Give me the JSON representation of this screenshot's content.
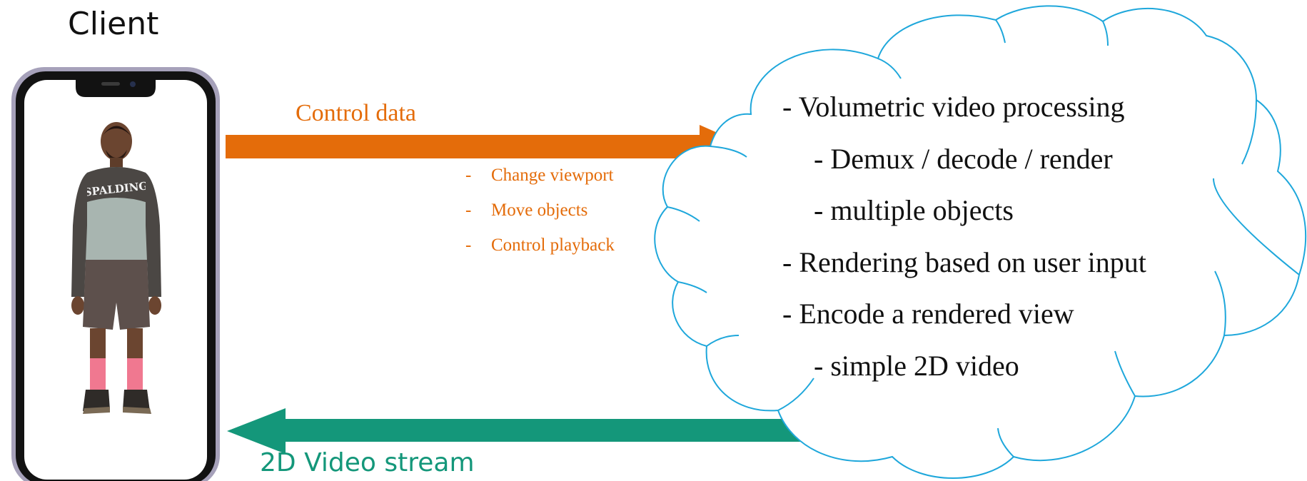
{
  "client": {
    "title": "Client"
  },
  "control": {
    "label": "Control data",
    "items": [
      {
        "bullet": "-",
        "text": "Change viewport"
      },
      {
        "bullet": "-",
        "text": "Move objects"
      },
      {
        "bullet": "-",
        "text": "Control playback"
      }
    ]
  },
  "video": {
    "label": "2D Video stream"
  },
  "server": {
    "items": [
      {
        "text": "- Volumetric video processing",
        "level": 0
      },
      {
        "text": "- Demux / decode / render",
        "level": 1
      },
      {
        "text": "- multiple objects",
        "level": 1
      },
      {
        "text": "- Rendering based on user input",
        "level": 0
      },
      {
        "text": "- Encode a rendered view",
        "level": 0
      },
      {
        "text": "- simple 2D video",
        "level": 1
      }
    ]
  },
  "colors": {
    "control": "#E46C0A",
    "video": "#14977A",
    "cloud_stroke": "#1EA7DB",
    "phone_frame": "#1A1A1A",
    "phone_bezel": "#9C97B0"
  }
}
